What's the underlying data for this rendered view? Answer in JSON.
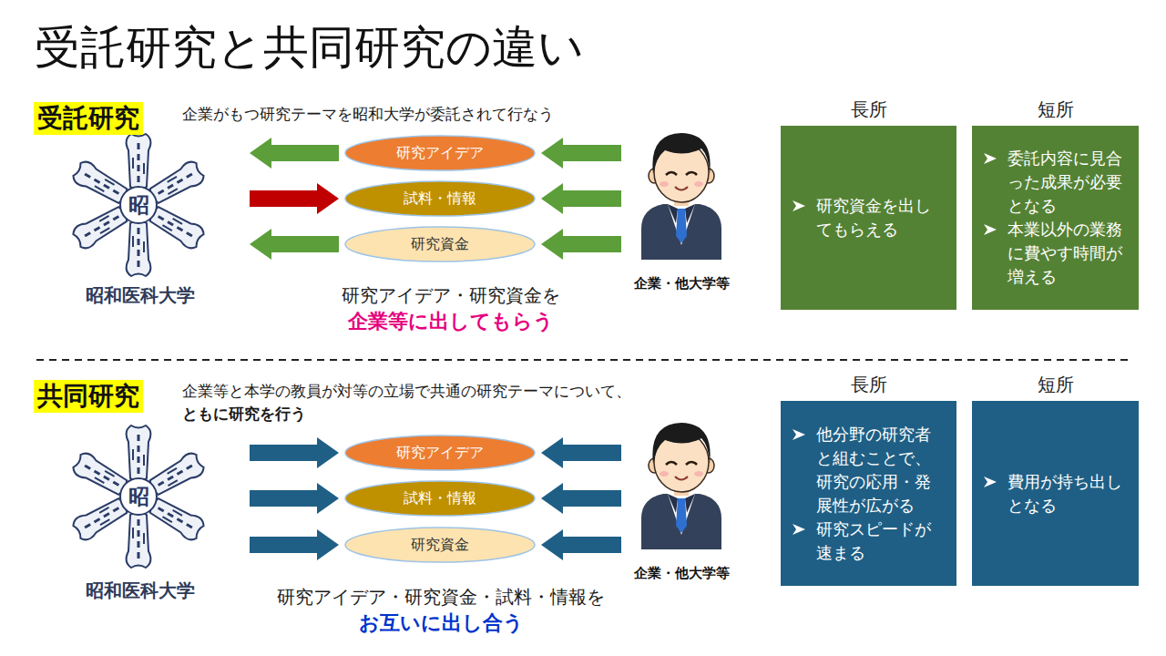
{
  "diagram": {
    "title": "受託研究と共同研究の違い",
    "nodes": [
      {
        "text": [
          "受託研究"
        ]
      },
      {
        "text": [
          "昭",
          "昭和医科大学"
        ]
      },
      {
        "text": [
          "研究アイデア"
        ]
      },
      {
        "text": [
          "試料・情報"
        ]
      },
      {
        "text": [
          "研究資金"
        ]
      },
      {
        "text": [
          "企業・他大学等"
        ]
      },
      {
        "text": [
          "長所",
          "研究資金を出してもらえる"
        ]
      },
      {
        "text": [
          "短所",
          "委託内容に見合った成果が必要となる",
          "本業以外の業務に費やす時間が増える"
        ]
      },
      {
        "text": [
          "共同研究"
        ]
      },
      {
        "text": [
          "昭",
          "昭和医科大学"
        ]
      },
      {
        "text": [
          "研究アイデア"
        ]
      },
      {
        "text": [
          "試料・情報"
        ]
      },
      {
        "text": [
          "研究資金"
        ]
      },
      {
        "text": [
          "企業・他大学等"
        ]
      },
      {
        "text": [
          "長所",
          "他分野の研究者と組むことで、研究の応用・発展性が広がる",
          "研究スピードが速まる"
        ]
      },
      {
        "text": [
          "短所",
          "費用が持ち出しとなる"
        ]
      }
    ],
    "edges": [
      {
        "from": 2,
        "to": 1,
        "arrow": "to"
      },
      {
        "from": 5,
        "to": 2,
        "arrow": "to"
      },
      {
        "from": 1,
        "to": 3,
        "arrow": "to"
      },
      {
        "from": 5,
        "to": 3,
        "arrow": "to"
      },
      {
        "from": 4,
        "to": 1,
        "arrow": "to"
      },
      {
        "from": 5,
        "to": 4,
        "arrow": "to"
      },
      {
        "from": 9,
        "to": 10,
        "arrow": "to"
      },
      {
        "from": 13,
        "to": 10,
        "arrow": "to"
      },
      {
        "from": 9,
        "to": 11,
        "arrow": "to"
      },
      {
        "from": 13,
        "to": 11,
        "arrow": "to"
      },
      {
        "from": 9,
        "to": 12,
        "arrow": "to"
      },
      {
        "from": 13,
        "to": 12,
        "arrow": "to"
      }
    ],
    "labels": [
      "企業がもつ研究テーマを昭和大学が委託されて行なう",
      "研究アイデア・研究資金を",
      "企業等に出してもらう",
      "企業等と本学の教員が対等の立場で共通の研究テーマについて、",
      "ともに研究を行う",
      "研究アイデア・研究資金・試料・情報を",
      "お互いに出し合う"
    ]
  }
}
